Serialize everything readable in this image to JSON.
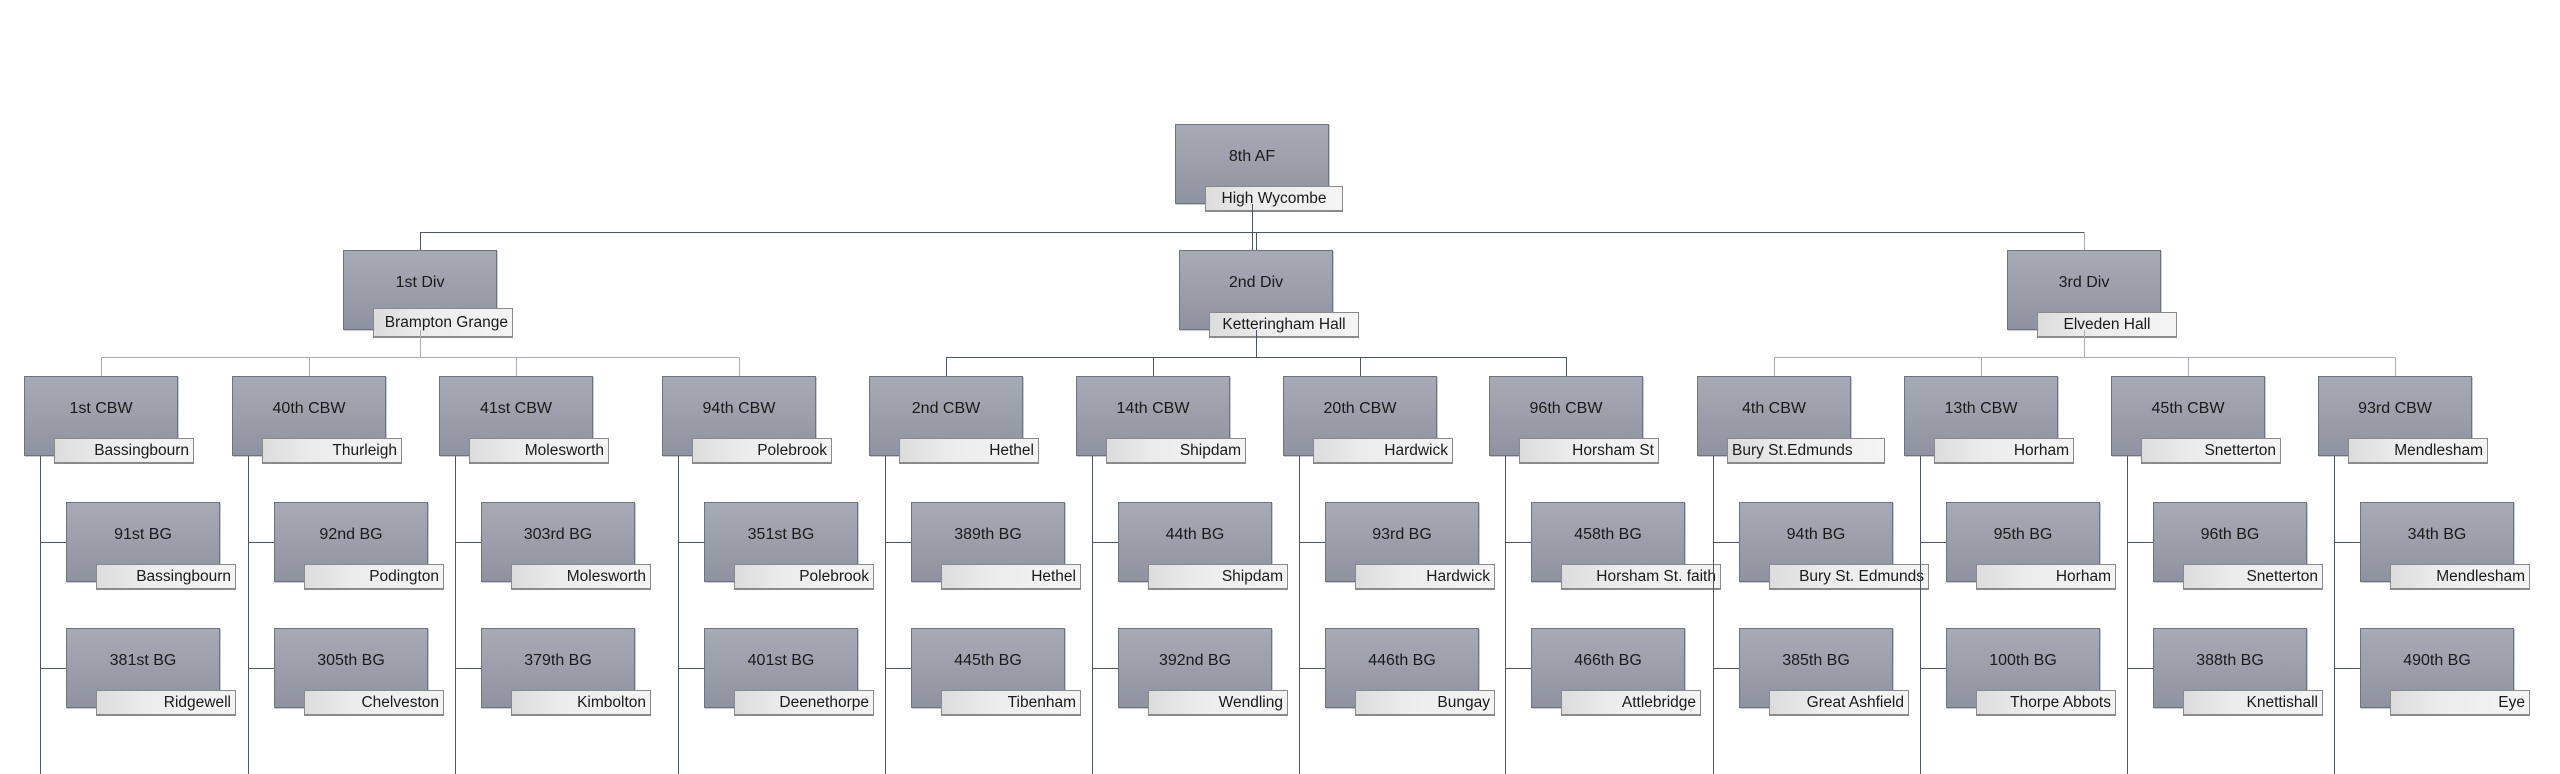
{
  "root": {
    "name": "8th AF",
    "location": "High Wycombe"
  },
  "divisions": [
    {
      "name": "1st Div",
      "location": "Brampton Grange",
      "wings": [
        {
          "name": "1st CBW",
          "location": "Bassingbourn",
          "groups": [
            {
              "name": "91st BG",
              "location": "Bassingbourn"
            },
            {
              "name": "381st BG",
              "location": "Ridgewell"
            }
          ]
        },
        {
          "name": "40th CBW",
          "location": "Thurleigh",
          "groups": [
            {
              "name": "92nd BG",
              "location": "Podington"
            },
            {
              "name": "305th BG",
              "location": "Chelveston"
            }
          ]
        },
        {
          "name": "41st CBW",
          "location": "Molesworth",
          "groups": [
            {
              "name": "303rd BG",
              "location": "Molesworth"
            },
            {
              "name": "379th BG",
              "location": "Kimbolton"
            }
          ]
        },
        {
          "name": "94th CBW",
          "location": "Polebrook",
          "groups": [
            {
              "name": "351st BG",
              "location": "Polebrook"
            },
            {
              "name": "401st BG",
              "location": "Deenethorpe"
            }
          ]
        }
      ]
    },
    {
      "name": "2nd Div",
      "location": "Ketteringham Hall",
      "wings": [
        {
          "name": "2nd CBW",
          "location": "Hethel",
          "groups": [
            {
              "name": "389th BG",
              "location": "Hethel"
            },
            {
              "name": "445th BG",
              "location": "Tibenham"
            }
          ]
        },
        {
          "name": "14th CBW",
          "location": "Shipdam",
          "groups": [
            {
              "name": "44th BG",
              "location": "Shipdam"
            },
            {
              "name": "392nd BG",
              "location": "Wendling"
            }
          ]
        },
        {
          "name": "20th CBW",
          "location": "Hardwick",
          "groups": [
            {
              "name": "93rd BG",
              "location": "Hardwick"
            },
            {
              "name": "446th BG",
              "location": "Bungay"
            }
          ]
        },
        {
          "name": "96th CBW",
          "location": "Horsham St",
          "groups": [
            {
              "name": "458th BG",
              "location": "Horsham St. faith"
            },
            {
              "name": "466th BG",
              "location": "Attlebridge"
            }
          ]
        }
      ]
    },
    {
      "name": "3rd Div",
      "location": "Elveden Hall",
      "wings": [
        {
          "name": "4th CBW",
          "location": "Bury St.Edmunds",
          "groups": [
            {
              "name": "94th BG",
              "location": "Bury St. Edmunds"
            },
            {
              "name": "385th BG",
              "location": "Great Ashfield"
            }
          ]
        },
        {
          "name": "13th CBW",
          "location": "Horham",
          "groups": [
            {
              "name": "95th BG",
              "location": "Horham"
            },
            {
              "name": "100th BG",
              "location": "Thorpe Abbots"
            }
          ]
        },
        {
          "name": "45th CBW",
          "location": "Snetterton",
          "groups": [
            {
              "name": "96th BG",
              "location": "Snetterton"
            },
            {
              "name": "388th BG",
              "location": "Knettishall"
            }
          ]
        },
        {
          "name": "93rd CBW",
          "location": "Mendlesham",
          "groups": [
            {
              "name": "34th BG",
              "location": "Mendlesham"
            },
            {
              "name": "490th BG",
              "location": "Eye"
            }
          ]
        }
      ]
    }
  ]
}
